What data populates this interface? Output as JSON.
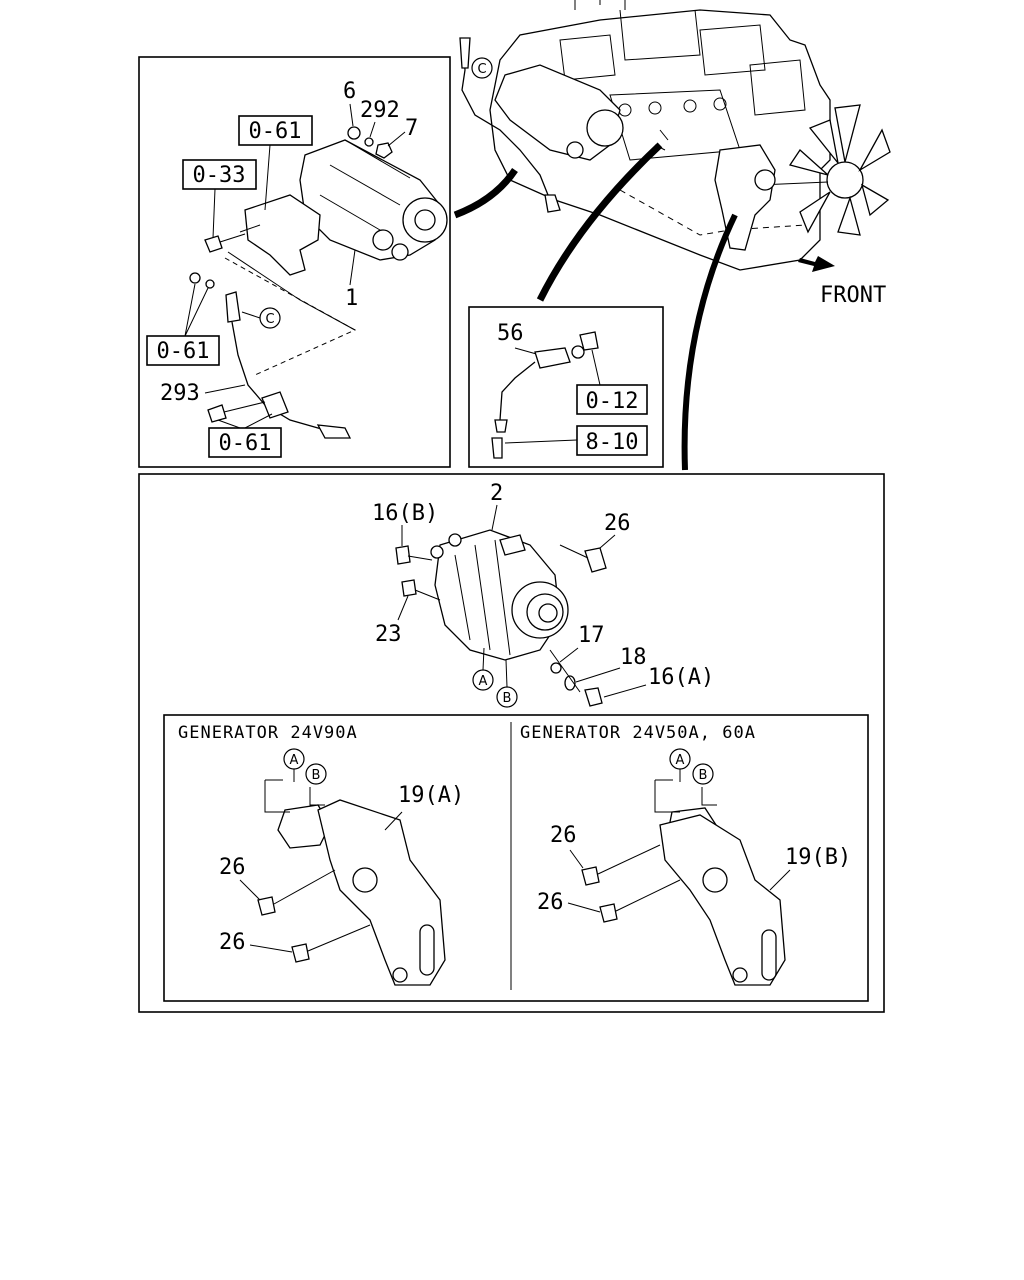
{
  "direction_label": "FRONT",
  "callouts": {
    "c1": "1",
    "c2": "2",
    "c6": "6",
    "c7": "7",
    "c292": "292",
    "c293": "293",
    "c56": "56",
    "c16b": "16(B)",
    "c16a": "16(A)",
    "c26": "26",
    "c23": "23",
    "c17": "17",
    "c18": "18",
    "c19a": "19(A)",
    "c19b": "19(B)"
  },
  "refs": {
    "r061": "0-61",
    "r033": "0-33",
    "r012": "0-12",
    "r810": "8-10"
  },
  "markers": {
    "a": "A",
    "b": "B",
    "c": "C"
  },
  "variants": {
    "left_title": "GENERATOR 24V90A",
    "right_title": "GENERATOR 24V50A, 60A"
  },
  "icons": [
    "front-arrow-icon"
  ]
}
